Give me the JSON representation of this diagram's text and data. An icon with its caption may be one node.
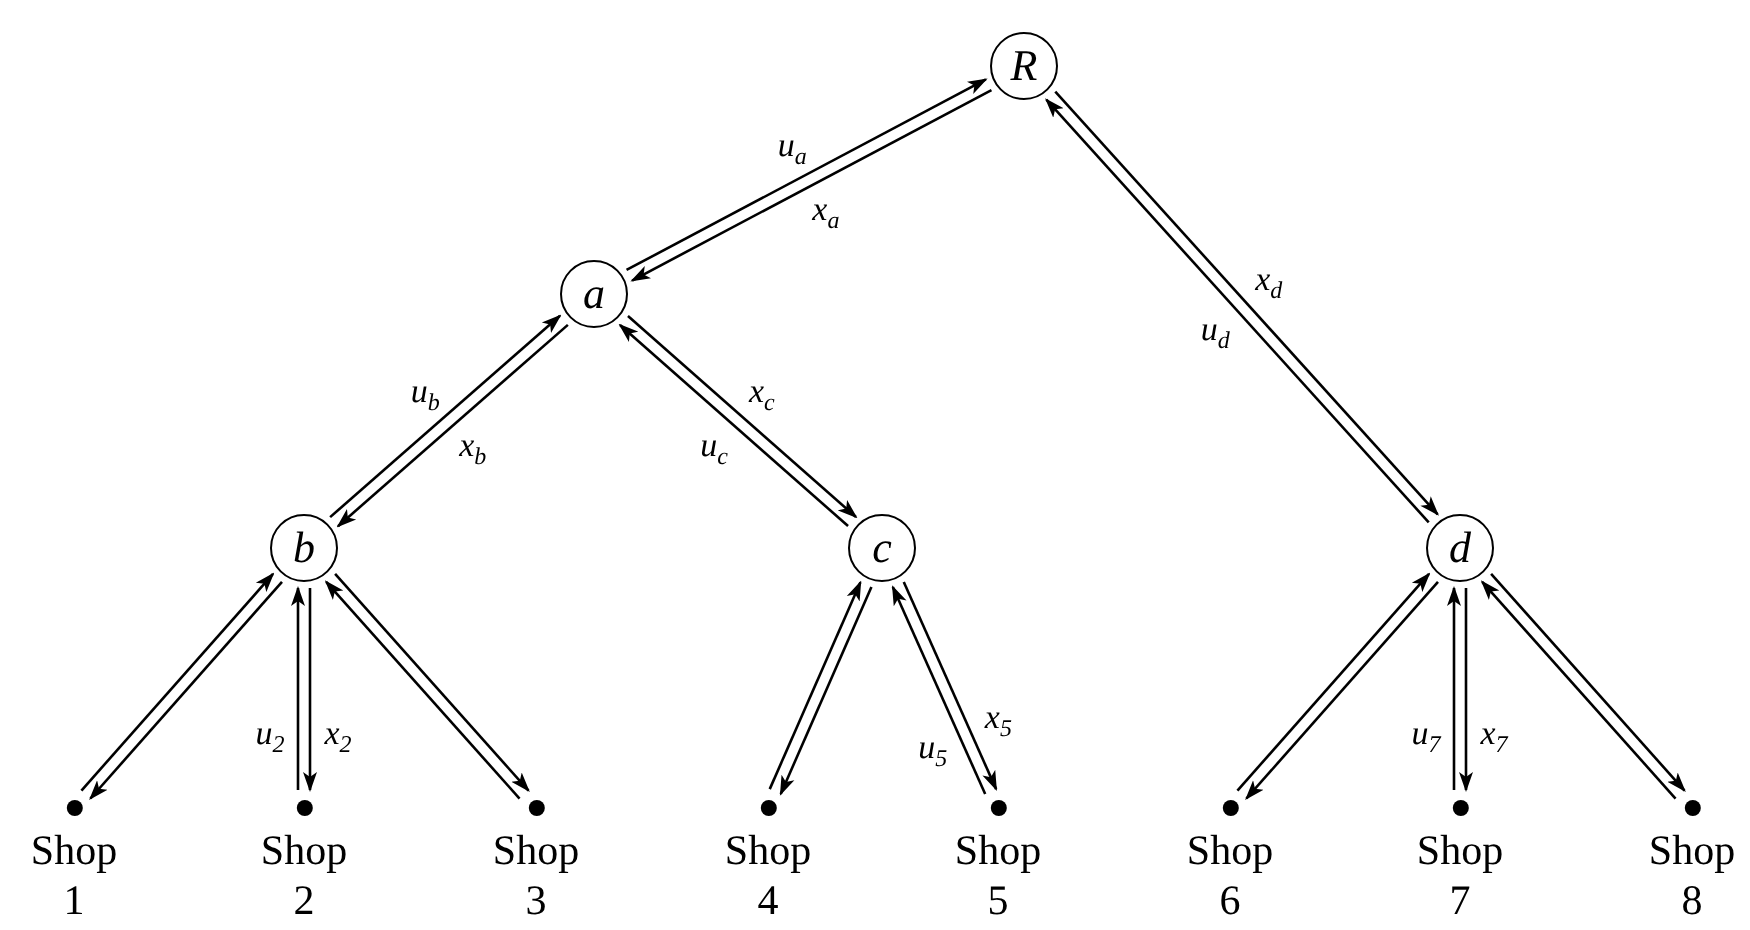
{
  "diagram": {
    "nodes": [
      {
        "text": [
          "R"
        ]
      },
      {
        "text": [
          "a"
        ]
      },
      {
        "text": [
          "b"
        ]
      },
      {
        "text": [
          "c"
        ]
      },
      {
        "text": [
          "d"
        ]
      },
      {
        "text": [
          "Shop 1"
        ]
      },
      {
        "text": [
          "Shop 2"
        ]
      },
      {
        "text": [
          "Shop 3"
        ]
      },
      {
        "text": [
          "Shop 4"
        ]
      },
      {
        "text": [
          "Shop 5"
        ]
      },
      {
        "text": [
          "Shop 6"
        ]
      },
      {
        "text": [
          "Shop 7"
        ]
      },
      {
        "text": [
          "Shop 8"
        ]
      }
    ],
    "edges": [
      {
        "from": 1,
        "to": 0,
        "arrow": "to",
        "label": "u$_{a}$"
      },
      {
        "from": 0,
        "to": 1,
        "arrow": "to",
        "label": "x$_{a}$"
      },
      {
        "from": 4,
        "to": 0,
        "arrow": "to",
        "label": "u$_{d}$"
      },
      {
        "from": 0,
        "to": 4,
        "arrow": "to",
        "label": "x$_{d}$"
      },
      {
        "from": 2,
        "to": 1,
        "arrow": "to",
        "label": "u$_{b}$"
      },
      {
        "from": 1,
        "to": 2,
        "arrow": "to",
        "label": "x$_{b}$"
      },
      {
        "from": 3,
        "to": 1,
        "arrow": "to",
        "label": "u$_{c}$"
      },
      {
        "from": 1,
        "to": 3,
        "arrow": "to",
        "label": "x$_{c}$"
      },
      {
        "from": 5,
        "to": 2,
        "arrow": "to"
      },
      {
        "from": 2,
        "to": 5,
        "arrow": "to"
      },
      {
        "from": 6,
        "to": 2,
        "arrow": "to",
        "label": "u$_{2}$"
      },
      {
        "from": 2,
        "to": 6,
        "arrow": "to",
        "label": "x$_{2}$"
      },
      {
        "from": 7,
        "to": 2,
        "arrow": "to"
      },
      {
        "from": 2,
        "to": 7,
        "arrow": "to"
      },
      {
        "from": 8,
        "to": 3,
        "arrow": "to"
      },
      {
        "from": 3,
        "to": 8,
        "arrow": "to"
      },
      {
        "from": 9,
        "to": 3,
        "arrow": "to",
        "label": "u$_{5}$"
      },
      {
        "from": 3,
        "to": 9,
        "arrow": "to",
        "label": "x$_{5}$"
      },
      {
        "from": 10,
        "to": 4,
        "arrow": "to"
      },
      {
        "from": 4,
        "to": 10,
        "arrow": "to"
      },
      {
        "from": 11,
        "to": 4,
        "arrow": "to",
        "label": "u$_{7}$"
      },
      {
        "from": 4,
        "to": 11,
        "arrow": "to",
        "label": "x$_{7}$"
      },
      {
        "from": 12,
        "to": 4,
        "arrow": "to"
      },
      {
        "from": 4,
        "to": 12,
        "arrow": "to"
      }
    ]
  }
}
